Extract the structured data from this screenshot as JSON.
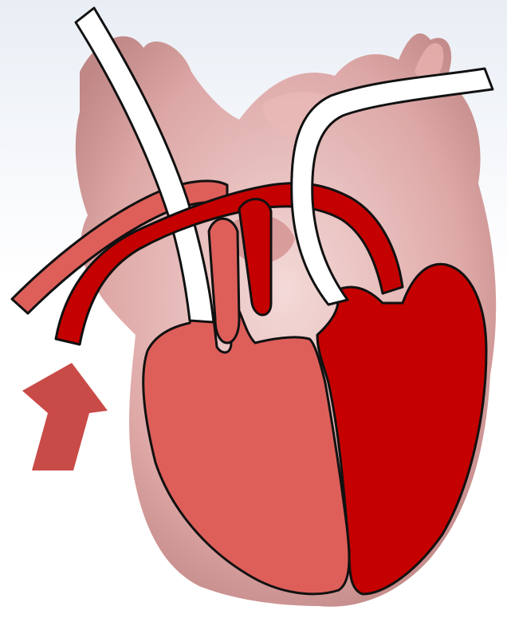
{
  "diagram": {
    "colors": {
      "background_top": "#e9eef5",
      "background_bottom": "#ffffff",
      "tissue_light": "#f1d3d1",
      "tissue_mid": "#d99a98",
      "tissue_dark": "#b77472",
      "right_side": "#de5f5a",
      "left_side": "#c40000",
      "vessel_white": "#ffffff",
      "outline": "#111111",
      "arrow": "#c94b48"
    },
    "parts": {
      "right_ventricle": "right-ventricle",
      "left_ventricle": "left-ventricle",
      "vena_cava": "vena-cava-tube",
      "pulmonary_artery": "pulmonary-artery-tube",
      "pulmonary_veins": "pulmonary-vein-tube",
      "aorta": "aorta-tube",
      "flow_arrow": "inflow-arrow"
    }
  }
}
